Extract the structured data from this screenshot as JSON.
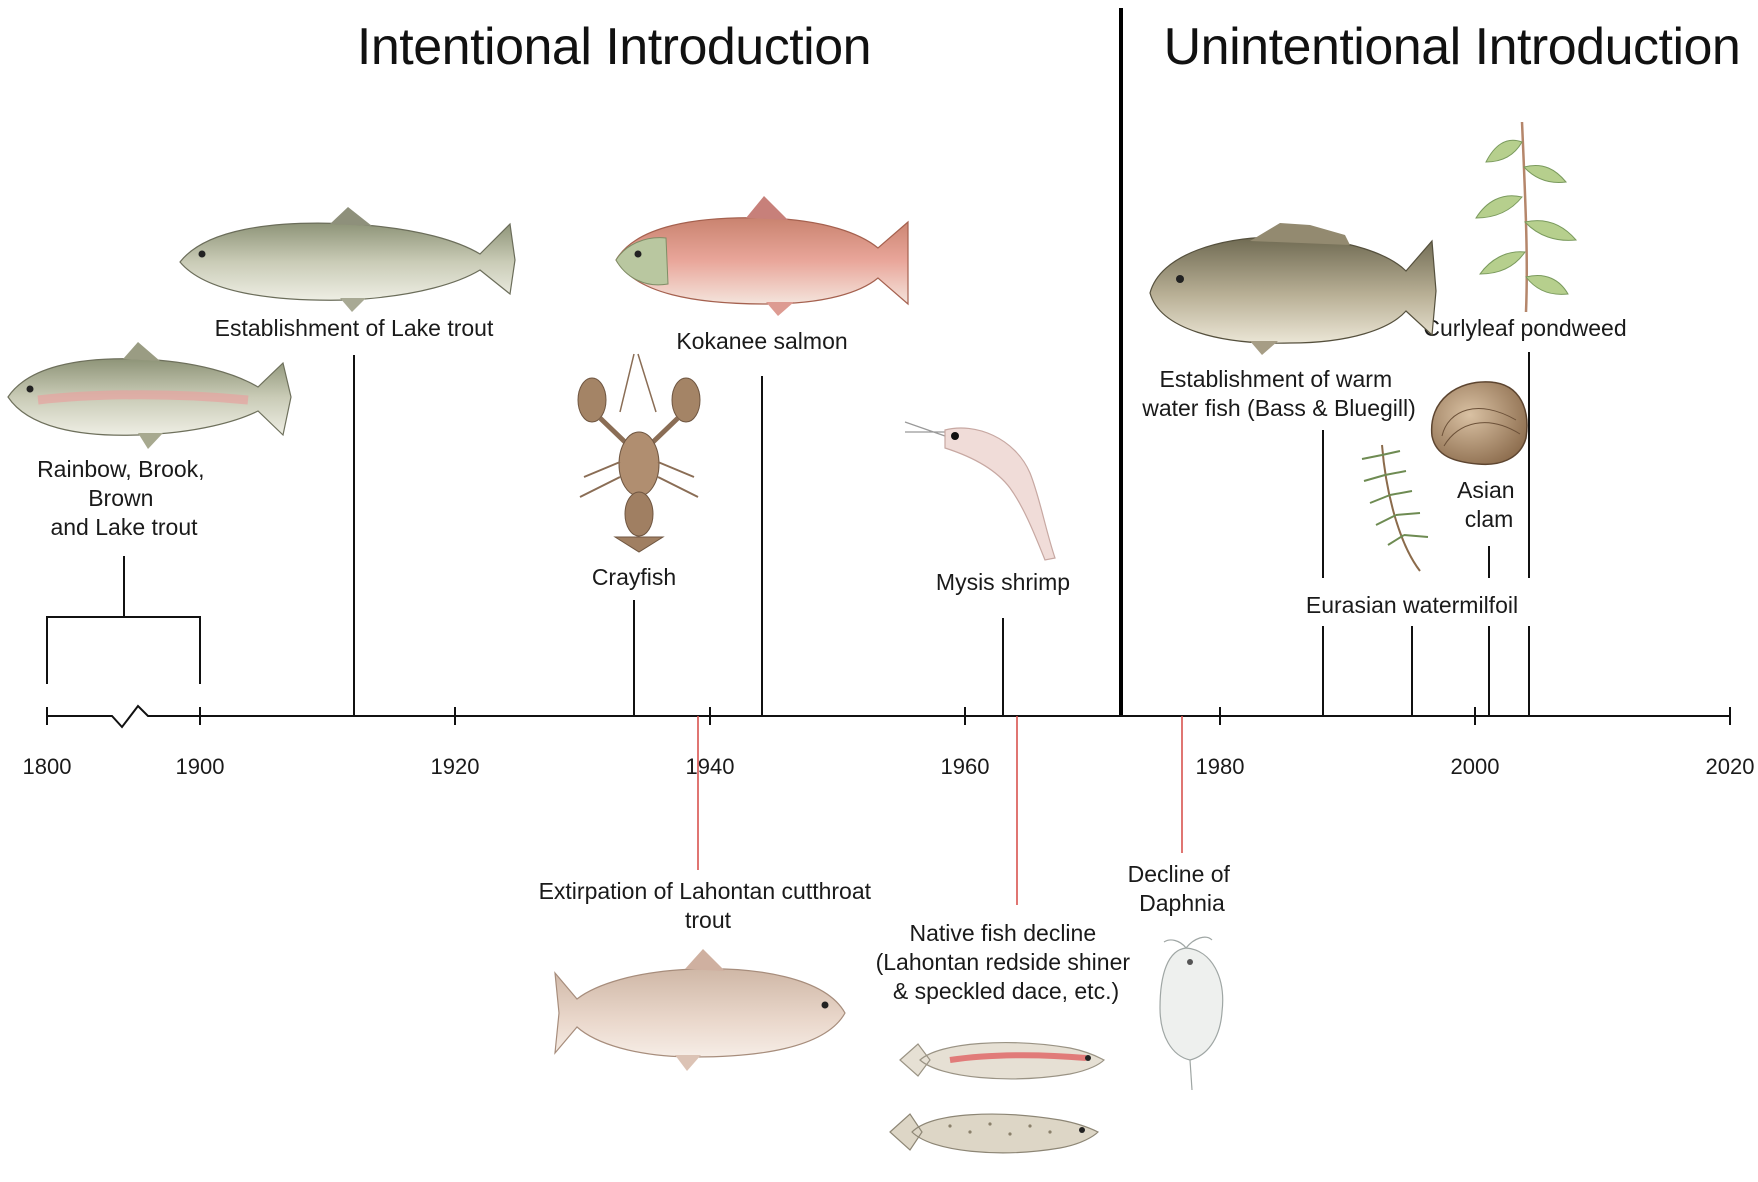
{
  "sections": {
    "intentional": "Intentional Introduction",
    "unintentional": "Unintentional Introduction"
  },
  "axis": {
    "ticks": [
      "1800",
      "1900",
      "1920",
      "1940",
      "1960",
      "1980",
      "2000",
      "2020"
    ]
  },
  "events_above": [
    {
      "id": "rainbow",
      "lines": [
        "Rainbow, Brook,",
        "Brown",
        "and Lake trout"
      ],
      "years": [
        1800,
        1900
      ]
    },
    {
      "id": "lake-trout",
      "lines": [
        "Establishment of Lake trout"
      ],
      "year": 1912
    },
    {
      "id": "crayfish",
      "lines": [
        "Crayfish"
      ],
      "year": 1934
    },
    {
      "id": "kokanee",
      "lines": [
        "Kokanee salmon"
      ],
      "year": 1944
    },
    {
      "id": "mysis",
      "lines": [
        "Mysis shrimp"
      ],
      "year": 1963
    },
    {
      "id": "warm-water",
      "lines": [
        "Establishment of warm",
        "water fish (Bass & Bluegill)"
      ],
      "year": 1988
    },
    {
      "id": "watermilfoil",
      "lines": [
        "Eurasian watermilfoil"
      ],
      "year": 1995
    },
    {
      "id": "asian-clam",
      "lines": [
        "Asian",
        "clam"
      ],
      "year": 2001
    },
    {
      "id": "pondweed",
      "lines": [
        "Curlyleaf pondweed"
      ],
      "year": 2004
    }
  ],
  "events_below": [
    {
      "id": "cutthroat",
      "lines": [
        "Extirpation of Lahontan cutthroat",
        "trout"
      ],
      "year": 1939
    },
    {
      "id": "native-fish",
      "lines": [
        "Native fish decline",
        "(Lahontan redside shiner",
        "& speckled dace, etc.)"
      ],
      "year": 1964
    },
    {
      "id": "daphnia",
      "lines": [
        "Decline of",
        "Daphnia"
      ],
      "year": 1976
    }
  ],
  "colors": {
    "axis": "#111111",
    "impact_line": "#d9534f",
    "divider": "#000000"
  }
}
